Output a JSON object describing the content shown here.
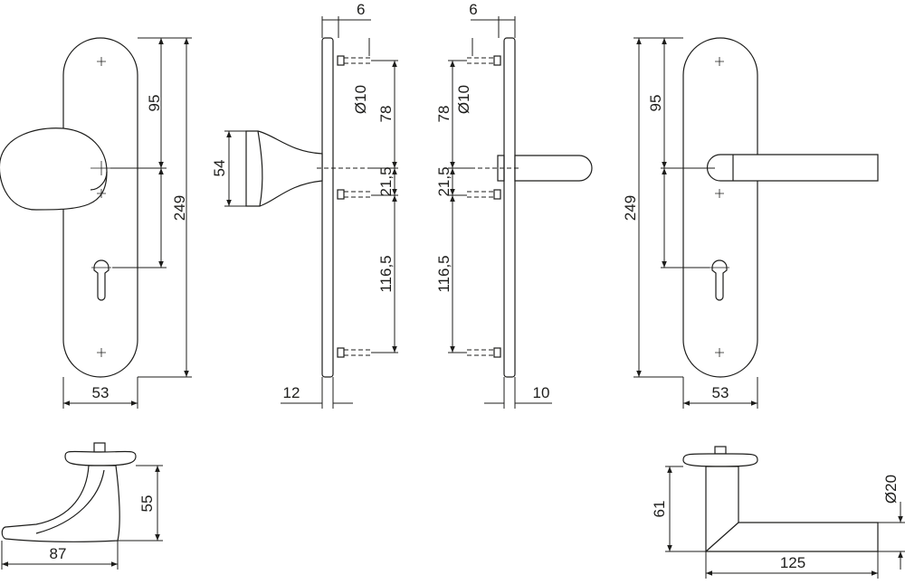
{
  "dimensions": {
    "front_left": {
      "height_95": "95",
      "height_249": "249",
      "width_53": "53"
    },
    "side_knob": {
      "top_6": "6",
      "dia_10": "Ø10",
      "h_78": "78",
      "h_21_5": "21,5",
      "h_116_5": "116,5",
      "knob_54": "54",
      "depth_12": "12"
    },
    "side_lever": {
      "top_6": "6",
      "dia_10": "Ø10",
      "h_78": "78",
      "h_21_5": "21,5",
      "h_116_5": "116,5",
      "depth_10": "10"
    },
    "front_right": {
      "height_95": "95",
      "height_249": "249",
      "width_53": "53"
    },
    "bottom_left": {
      "height_55": "55",
      "length_87": "87"
    },
    "bottom_right": {
      "height_61": "61",
      "length_125": "125",
      "dia_20": "Ø20"
    }
  }
}
